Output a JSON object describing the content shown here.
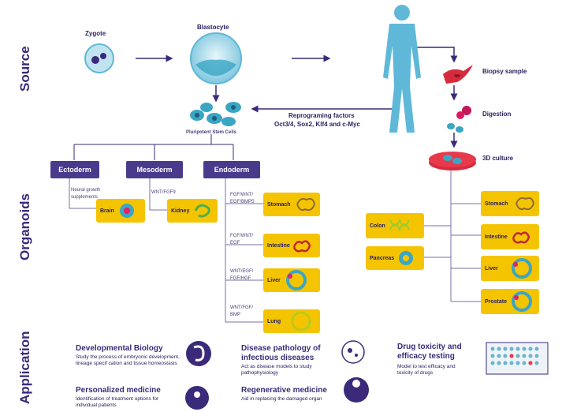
{
  "side_labels": {
    "source": "Source",
    "organoids": "Organoids",
    "application": "Application"
  },
  "source": {
    "zygote": "Zygote",
    "blastocyte": "Blastocyte",
    "psc": "Pluripotent Stem Cells",
    "reprog_title": "Reprograming factors",
    "reprog_factors": "Oct3/4, Sox2, Klf4 and c-Myc",
    "biopsy": "Biopsy sample",
    "digestion": "Digestion",
    "culture": "3D culture"
  },
  "germ_layers": {
    "ectoderm": "Ectoderm",
    "mesoderm": "Mesoderm",
    "endoderm": "Endoderm"
  },
  "factors": {
    "ecto": "Neural growth supplements",
    "meso": "WNT/FGF9",
    "stomach": "FGF/WNT/\nEGF/BMP5",
    "intestine": "FGF/WNT/\nEGF",
    "liver": "WNT/EGF/\nFGF/HGF",
    "lung": "WNT/FGF/\nBMP"
  },
  "organoids_left": {
    "brain": "Brain",
    "kidney": "Kidney",
    "stomach": "Stomach",
    "intestine": "Intestine",
    "liver": "Liver",
    "lung": "Lung"
  },
  "organoids_right": {
    "colon": "Colon",
    "pancreas": "Pancreas",
    "stomach": "Stomach",
    "intestine": "Intestine",
    "liver": "Liver",
    "prostate": "Prostate"
  },
  "applications": {
    "dev_title": "Developmental Biology",
    "dev_desc": "Study the process of embryonic development, lineage specif cation and tissue homeostasis",
    "pers_title": "Personalized medicine",
    "pers_desc": "Identification of treatment options for individual patients",
    "disease_title": "Disease pathology of infectious diseases",
    "disease_desc": "Act as disease models to study pathophysiology",
    "regen_title": "Regenerative medicine",
    "regen_desc": "Aid in replacing the damaged organ",
    "drug_title": "Drug toxicity and efficacy testing",
    "drug_desc": "Model to test efficacy and toxicity of drugs"
  },
  "colors": {
    "primary": "#3b2a7a",
    "organoid_box": "#f5c400",
    "germ": "#4a3a8c",
    "cell_teal": "#3aa6c4",
    "biopsy": "#d62b3c",
    "body": "#5fb8d8"
  }
}
